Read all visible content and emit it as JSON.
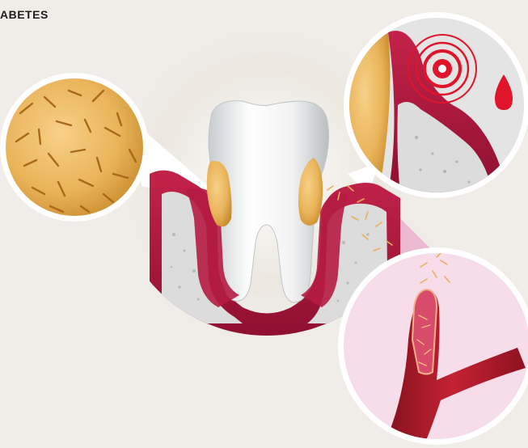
{
  "title": "ABETES",
  "colors": {
    "background": "#f0ede8",
    "gum": "#a3143a",
    "gum_light": "#e1708f",
    "bone": "#dcdcdc",
    "tooth": "#f4f4f4",
    "plaque": "#e7b150",
    "bacteria": "#a86a1a",
    "pulse": "#e0142a",
    "blood_vessel": "#b01a2a",
    "infection_zone": "#e9a6c8"
  },
  "icons": [
    "tooth-illustration",
    "plaque-magnifier",
    "gum-inflammation-magnifier",
    "blood-drop-icon",
    "inflammation-pulse-icon",
    "blood-vessel-magnifier"
  ]
}
